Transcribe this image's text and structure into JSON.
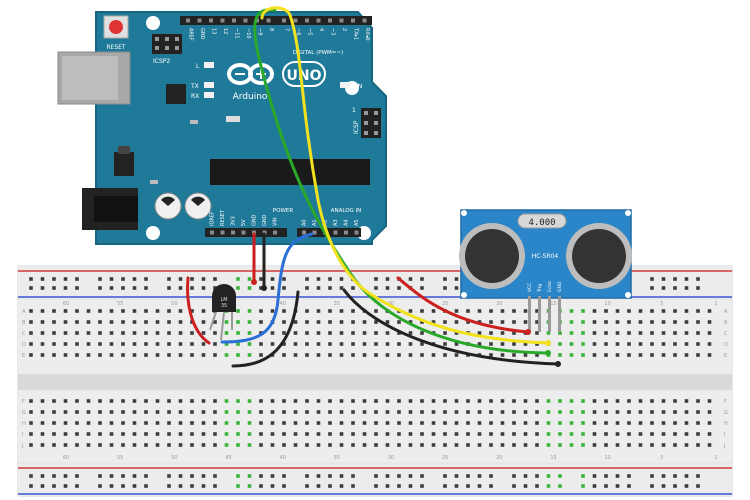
{
  "arduino": {
    "reset_label": "RESET",
    "icsp2_label": "ICSP2",
    "l_label": "L",
    "tx_label": "TX",
    "rx_label": "RX",
    "logo_label": "UNO",
    "brand_label": "Arduino",
    "on_label": "ON",
    "icsp_label": "ICSP",
    "icsp_num": "1",
    "digital_label": "DIGITAL (PWM=~)",
    "power_label": "POWER",
    "analog_label": "ANALOG IN",
    "top_pins": [
      "AREF",
      "GND",
      "13",
      "12",
      "~11",
      "~10",
      "~9",
      "8",
      "7",
      "~6",
      "~5",
      "4",
      "~3",
      "2",
      "TX▸1",
      "RX◂0"
    ],
    "bottom_pins": [
      "IOREF",
      "RESET",
      "3V3",
      "5V",
      "GND",
      "GND",
      "VIN",
      "A0",
      "A1",
      "A2",
      "A3",
      "A4",
      "A5"
    ],
    "board_color": "#1f7a9a"
  },
  "sensor": {
    "display_text": "4.000",
    "model_label": "HC-SR04",
    "pins": [
      "VCC",
      "Trig",
      "Echo",
      "GND"
    ],
    "board_color": "#2a86c8"
  },
  "temp_sensor": {
    "label_line1": "LM",
    "label_line2": "35"
  },
  "breadboard": {
    "column_numbers": [
      "60",
      "55",
      "50",
      "45",
      "40",
      "35",
      "30",
      "25",
      "20",
      "15",
      "10",
      "5",
      "1"
    ],
    "row_letters_top": [
      "A",
      "B",
      "C",
      "D",
      "E"
    ],
    "row_letters_bottom": [
      "F",
      "G",
      "H",
      "I",
      "J"
    ]
  },
  "wire_colors": {
    "red": "#cc1f1f",
    "black": "#222222",
    "blue": "#2a6fd6",
    "green": "#2aa82a",
    "yellow": "#f2e21e"
  }
}
